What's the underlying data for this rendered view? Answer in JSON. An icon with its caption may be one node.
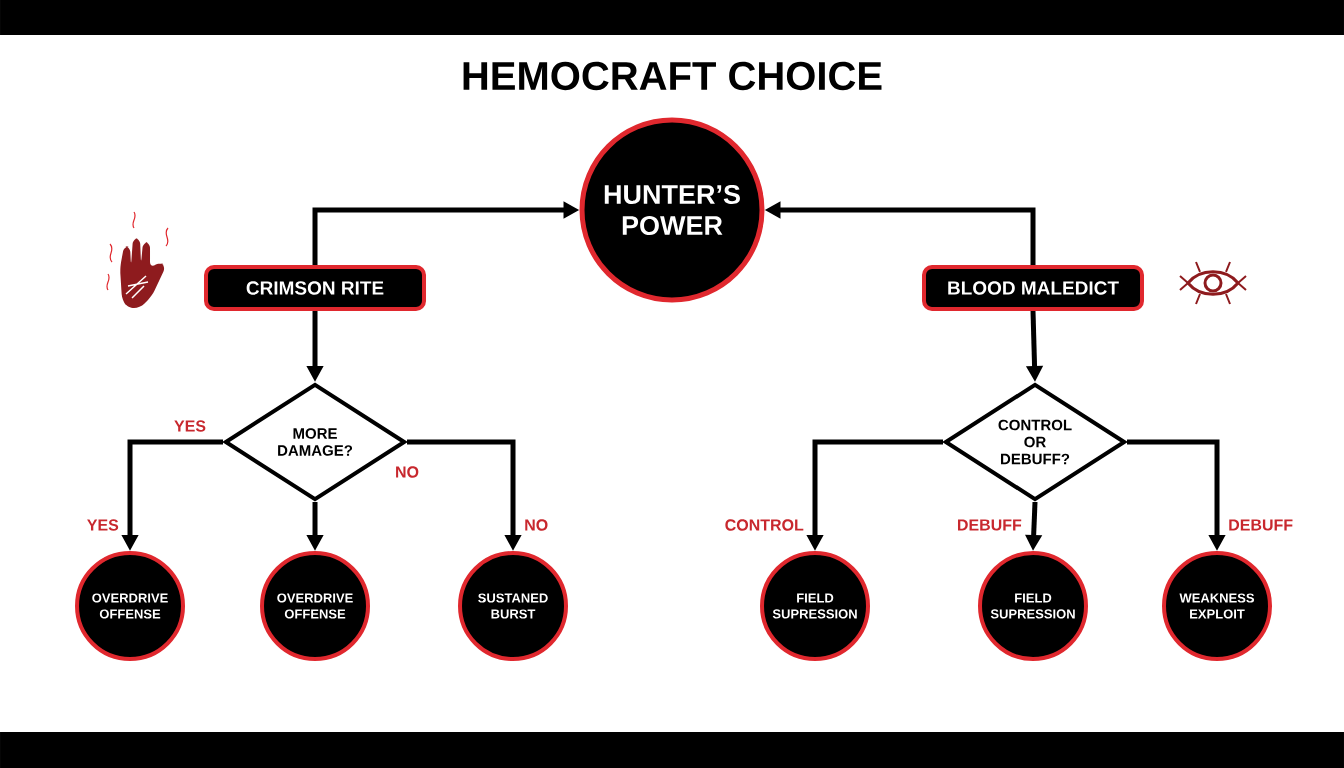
{
  "diagram": {
    "title": "HEMOCRAFT CHOICE",
    "nodes": [
      {
        "text": [
          "HUNTER’S POWER"
        ]
      },
      {
        "text": [
          "CRIMSON RITE"
        ]
      },
      {
        "text": [
          "BLOOD MALEDICT"
        ]
      },
      {
        "text": [
          "MORE DAMAGE?"
        ]
      },
      {
        "text": [
          "CONTROL OR DEBUFF?"
        ]
      },
      {
        "text": [
          "OVERDRIVE OFFENSE"
        ]
      },
      {
        "text": [
          "OVERDRIVE OFFENSE"
        ]
      },
      {
        "text": [
          "SUSTANED BURST"
        ]
      },
      {
        "text": [
          "FIELD SUPRESSION"
        ]
      },
      {
        "text": [
          "FIELD SUPRESSION"
        ]
      },
      {
        "text": [
          "WEAKNESS EXPLOIT"
        ]
      }
    ],
    "edges": [
      {
        "from": 1,
        "to": 0,
        "arrow": "to"
      },
      {
        "from": 2,
        "to": 0,
        "arrow": "to"
      },
      {
        "from": 1,
        "to": 3,
        "arrow": "to"
      },
      {
        "from": 2,
        "to": 4,
        "arrow": "to"
      },
      {
        "from": 3,
        "to": 5,
        "arrow": "to",
        "label": "YES"
      },
      {
        "from": 3,
        "to": 6,
        "arrow": "to"
      },
      {
        "from": 3,
        "to": 7,
        "arrow": "to",
        "label": "NO"
      },
      {
        "from": 4,
        "to": 8,
        "arrow": "to",
        "label": "CONTROL"
      },
      {
        "from": 4,
        "to": 9,
        "arrow": "to",
        "label": "DEBUFF"
      },
      {
        "from": 4,
        "to": 10,
        "arrow": "to",
        "label": "DEBUFF"
      }
    ],
    "labels": [
      "YES",
      "NO"
    ]
  }
}
